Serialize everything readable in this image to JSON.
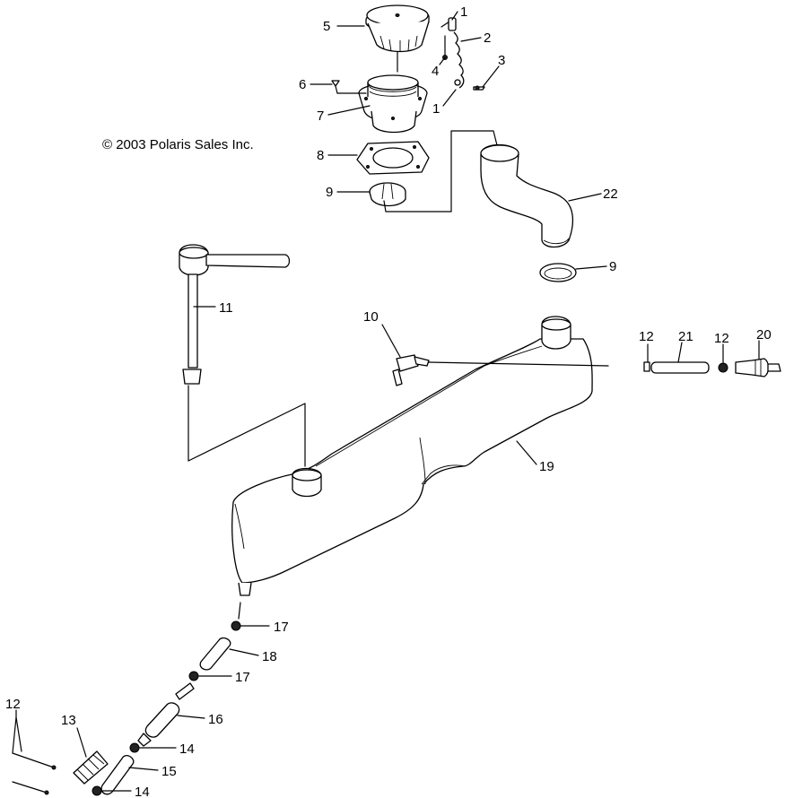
{
  "copyright": "© 2003 Polaris Sales Inc.",
  "callouts": {
    "c1a": "1",
    "c1b": "1",
    "c2": "2",
    "c3": "3",
    "c4": "4",
    "c5": "5",
    "c6": "6",
    "c7": "7",
    "c8": "8",
    "c9a": "9",
    "c9b": "9",
    "c10": "10",
    "c11": "11",
    "c12a": "12",
    "c12b": "12",
    "c12c": "12",
    "c13": "13",
    "c14a": "14",
    "c14b": "14",
    "c15": "15",
    "c16": "16",
    "c17a": "17",
    "c17b": "17",
    "c18": "18",
    "c19": "19",
    "c20": "20",
    "c21": "21",
    "c22": "22"
  }
}
